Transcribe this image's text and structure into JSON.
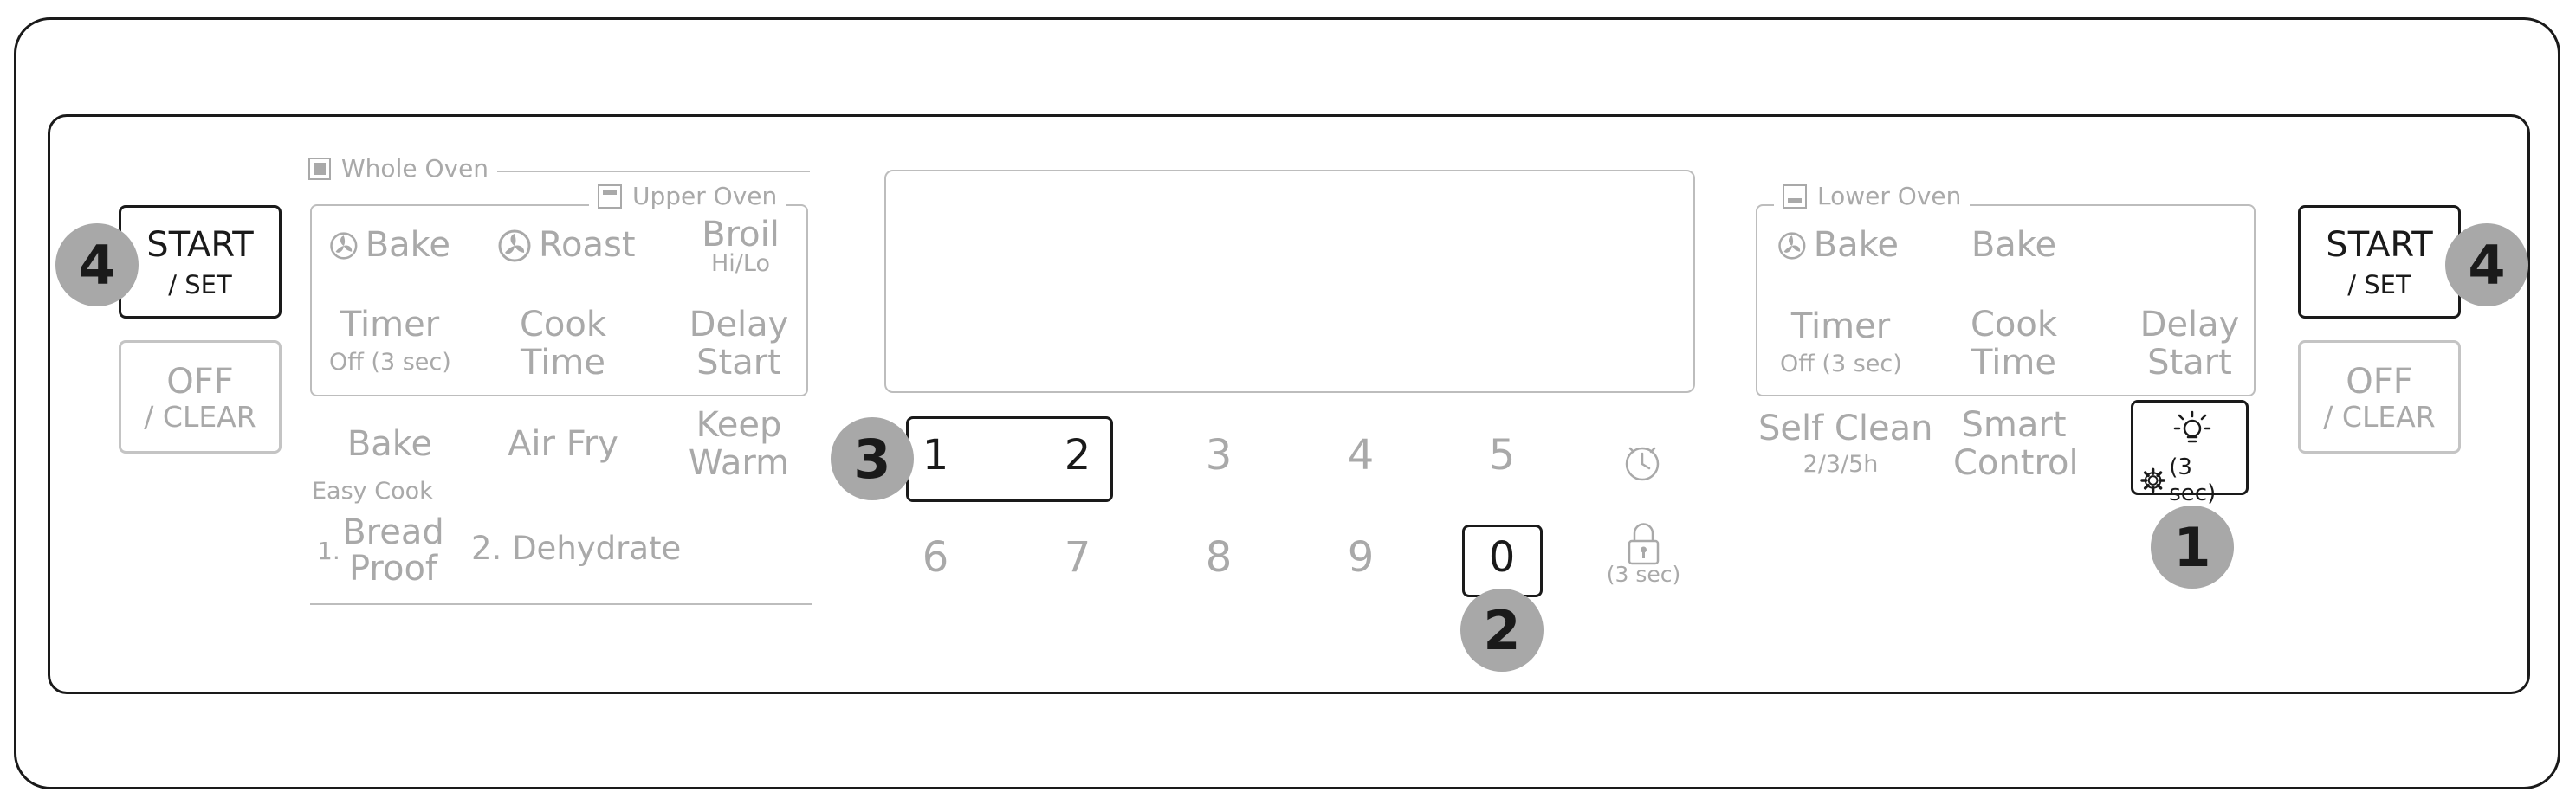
{
  "left_start": {
    "line1": "START",
    "line2": "/ SET"
  },
  "left_off": {
    "line1": "OFF",
    "line2": "/ CLEAR"
  },
  "right_start": {
    "line1": "START",
    "line2": "/ SET"
  },
  "right_off": {
    "line1": "OFF",
    "line2": "/ CLEAR"
  },
  "whole_oven": {
    "label": "Whole Oven"
  },
  "upper_oven": {
    "label": "Upper Oven",
    "bake": "Bake",
    "roast": "Roast",
    "broil": "Broil",
    "broil_sub": "Hi/Lo",
    "timer": "Timer",
    "timer_sub": "Off (3 sec)",
    "cook_time_1": "Cook",
    "cook_time_2": "Time",
    "delay_1": "Delay",
    "delay_2": "Start"
  },
  "whole_oven_row": {
    "bake": "Bake",
    "air_fry": "Air Fry",
    "keep_1": "Keep",
    "keep_2": "Warm",
    "easy_cook": "Easy Cook",
    "num1": "1.",
    "bread_1": "Bread",
    "bread_2": "Proof",
    "dehydrate": "2. Dehydrate"
  },
  "lower_oven": {
    "label": "Lower Oven",
    "conv_bake": "Bake",
    "bake": "Bake",
    "timer": "Timer",
    "timer_sub": "Off (3 sec)",
    "cook_time_1": "Cook",
    "cook_time_2": "Time",
    "delay_1": "Delay",
    "delay_2": "Start"
  },
  "lower_row": {
    "self_clean": "Self Clean",
    "self_clean_sub": "2/3/5h",
    "smart_1": "Smart",
    "smart_2": "Control",
    "light_sub": "(3 sec)"
  },
  "keypad": {
    "k1": "1",
    "k2": "2",
    "k3": "3",
    "k4": "4",
    "k5": "5",
    "k6": "6",
    "k7": "7",
    "k8": "8",
    "k9": "9",
    "k0": "0",
    "lock_sub": "(3 sec)"
  },
  "callouts": {
    "c4_left": "4",
    "c4_right": "4",
    "c3": "3",
    "c2": "2",
    "c1": "1"
  },
  "colors": {
    "frame": "#1a1a1a",
    "inactive": "#a9a9a9",
    "callout": "#a8a8a8"
  }
}
